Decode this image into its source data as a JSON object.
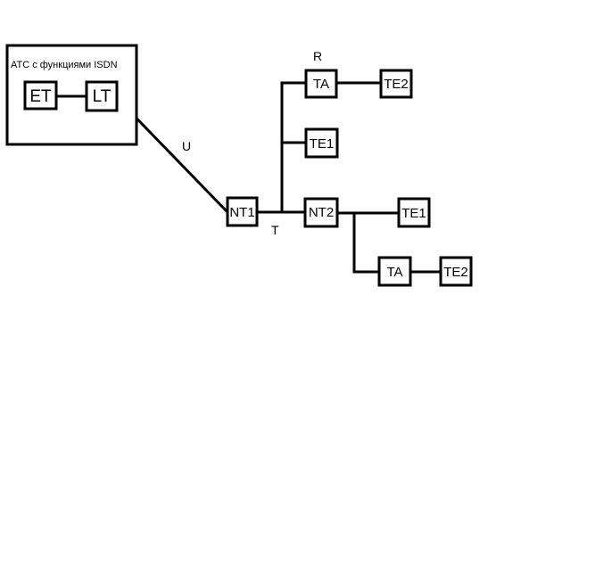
{
  "exchange": {
    "title": "АТС с функциями ISDN",
    "et": "ET",
    "lt": "LT"
  },
  "nodes": {
    "nt1": "NT1",
    "nt2": "NT2",
    "ta_top": "TA",
    "te2_top": "TE2",
    "te1_top": "TE1",
    "te1_bottom": "TE1",
    "ta_bottom": "TA",
    "te2_bottom": "TE2"
  },
  "reference_points": {
    "u": "U",
    "t": "T",
    "r": "R"
  }
}
